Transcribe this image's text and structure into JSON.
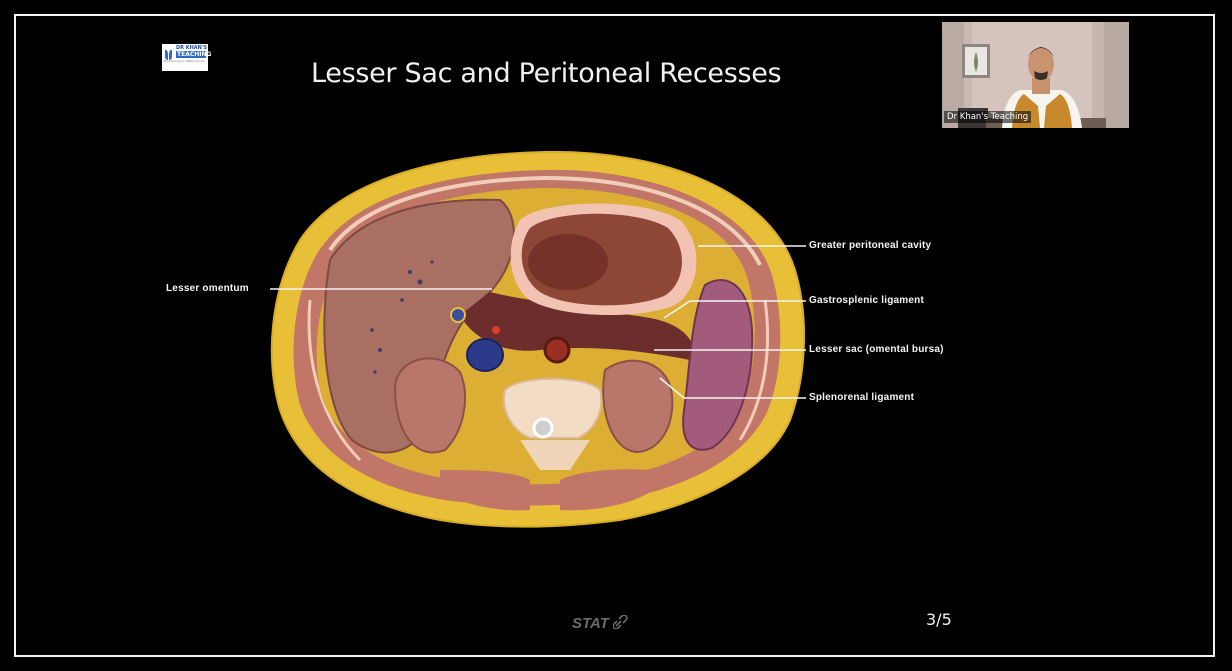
{
  "slide": {
    "title": "Lesser Sac and Peritoneal Recesses",
    "page_indicator": "3/5",
    "footer_brand": "STAT",
    "footer_icon": "link-icon"
  },
  "logo": {
    "line1": "DR KHAN'S",
    "line2": "TEACHING",
    "line3": "Numbering in 1980s Forum"
  },
  "video": {
    "presenter_label": "Dr Khan's Teaching"
  },
  "labels": {
    "lesser_omentum": "Lesser omentum",
    "greater_cavity": "Greater peritoneal cavity",
    "gastrosplenic": "Gastrosplenic ligament",
    "lesser_sac": "Lesser sac (omental bursa)",
    "splenorenal": "Splenorenal ligament"
  },
  "colors": {
    "background": "#000000",
    "frame": "#f2f2f2",
    "fat": "#e8c23a",
    "liver": "#b27566",
    "stomach": "#8e4736",
    "spleen": "#a35b7c"
  }
}
